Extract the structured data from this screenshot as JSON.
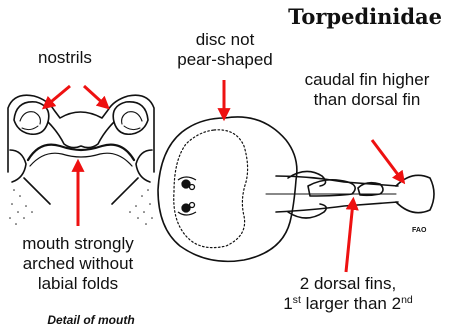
{
  "title": "Torpedinidae",
  "labels": {
    "nostrils": "nostrils",
    "disc": [
      "disc not",
      "pear-shaped"
    ],
    "caudal": [
      "caudal fin higher",
      "than dorsal fin"
    ],
    "mouth": [
      "mouth strongly",
      "arched without",
      "labial folds"
    ],
    "dorsal_line1": "2 dorsal fins,",
    "dorsal_line2_a": "1",
    "dorsal_line2_sup_a": "st",
    "dorsal_line2_b": " larger than 2",
    "dorsal_line2_sup_b": "nd"
  },
  "caption": "Detail of mouth",
  "credit": "FAO",
  "colors": {
    "arrow": "#ee1111",
    "ink": "#111111"
  }
}
